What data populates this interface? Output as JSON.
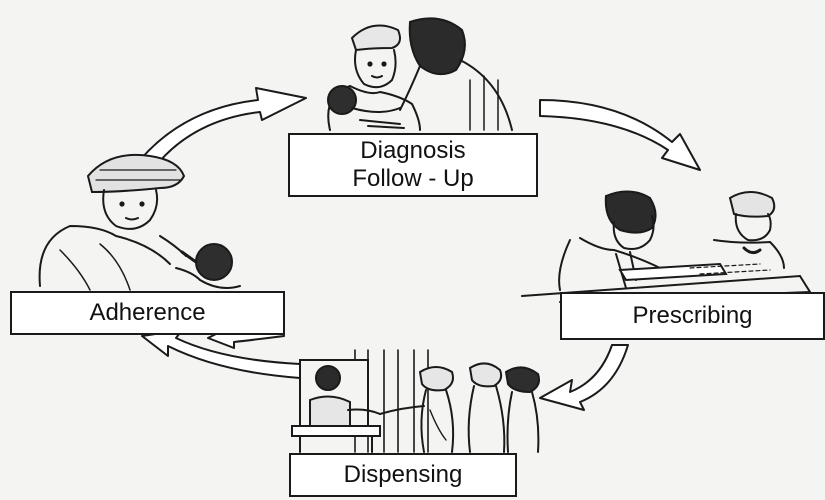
{
  "diagram": {
    "type": "cycle",
    "stages": {
      "diagnosis": {
        "line1": "Diagnosis",
        "line2": "Follow - Up",
        "illustration": "mother-with-baby-and-health-worker"
      },
      "prescribing": {
        "label": "Prescribing",
        "illustration": "doctor-and-patient-at-desk"
      },
      "dispensing": {
        "label": "Dispensing",
        "illustration": "pharmacist-handing-medicine-to-women"
      },
      "adherence": {
        "label": "Adherence",
        "illustration": "mother-giving-medicine-to-child"
      }
    },
    "flow": [
      "Diagnosis Follow - Up",
      "Prescribing",
      "Dispensing",
      "Adherence"
    ],
    "style": {
      "ink": "#1a1a1a",
      "paper": "#f4f4f2",
      "box_fill": "#ffffff"
    }
  }
}
